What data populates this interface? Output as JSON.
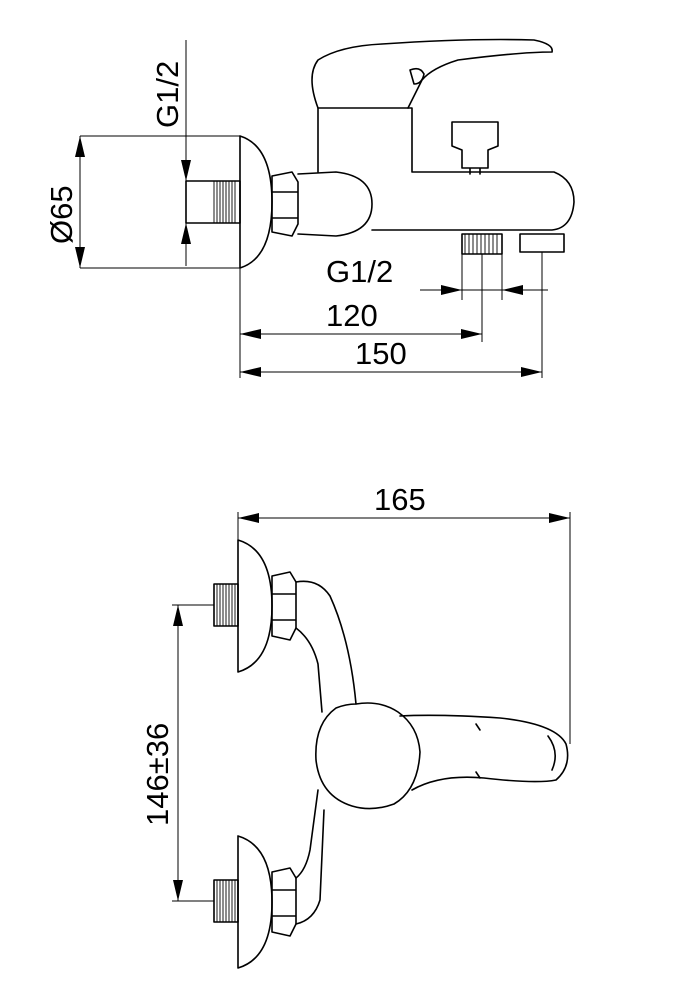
{
  "side_view": {
    "dim_thread_vertical": "G1/2",
    "dim_diameter": "Ø65",
    "dim_thread_outlet": "G1/2",
    "dim_120": "120",
    "dim_150": "150"
  },
  "top_view": {
    "dim_165": "165",
    "dim_spacing": "146±36"
  }
}
